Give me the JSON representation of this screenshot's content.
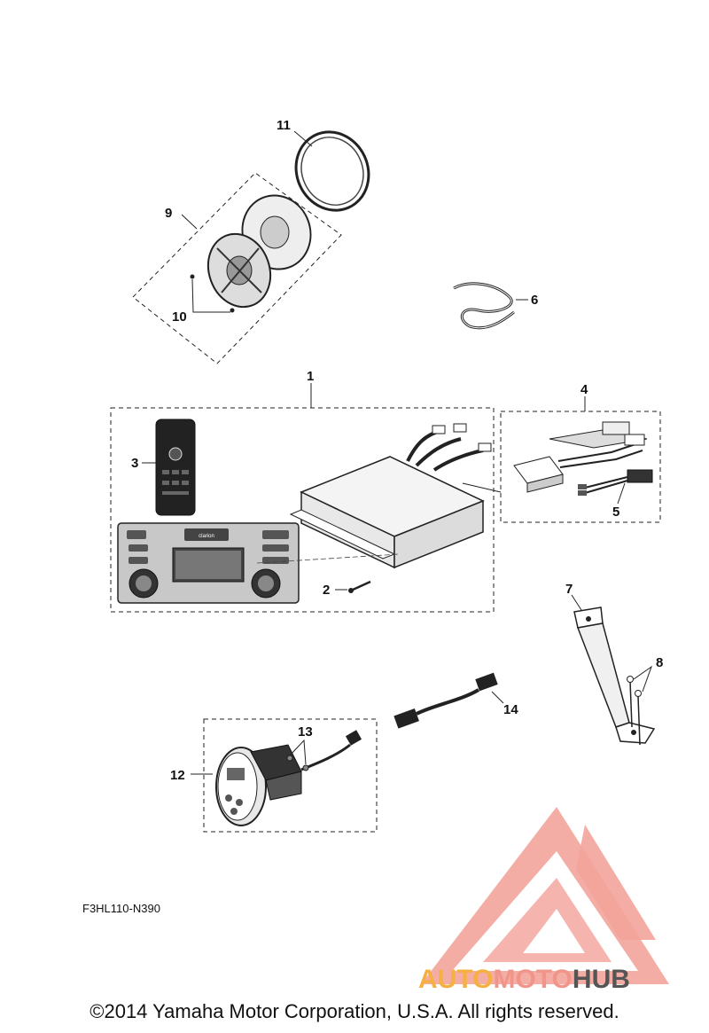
{
  "callouts": {
    "c1": "1",
    "c2": "2",
    "c3": "3",
    "c4": "4",
    "c5": "5",
    "c6": "6",
    "c7": "7",
    "c8": "8",
    "c9": "9",
    "c10": "10",
    "c11": "11",
    "c12": "12",
    "c13": "13",
    "c14": "14"
  },
  "diagram_code": "F3HL110-N390",
  "copyright": "©2014 Yamaha Motor Corporation, U.S.A. All rights reserved.",
  "watermark": {
    "word_a": "AUTO",
    "word_b": "MOTO",
    "word_c": "HUB",
    "colors": {
      "auto": "#f5b041",
      "moto": "#f1948a",
      "hub": "#555555",
      "logo": "#f1948a"
    }
  },
  "stereo": {
    "brand": "clarion"
  }
}
